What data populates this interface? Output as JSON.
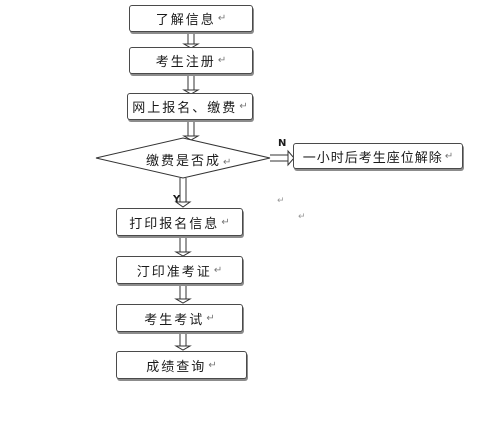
{
  "steps": {
    "step1": "了解信息",
    "step2": "考生注册",
    "step3": "网上报名、缴费",
    "decision": "缴费是否成",
    "no_branch": "一小时后考生座位解除",
    "step4": "打印报名信息",
    "step5": "汀印准考证",
    "step6": "考生考试",
    "step7": "成绩查询"
  },
  "branch_labels": {
    "no": "N",
    "yes": "Y"
  },
  "return_mark": "↵"
}
